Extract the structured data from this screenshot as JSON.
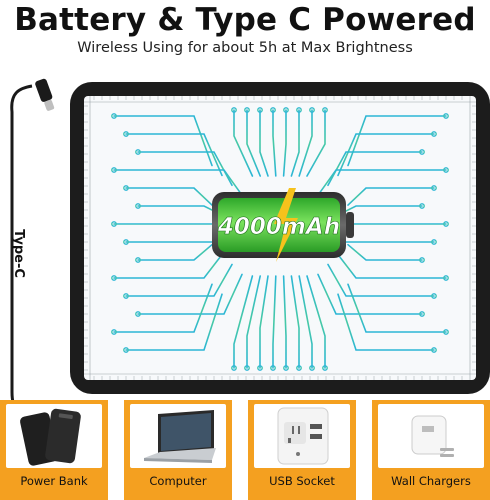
{
  "header": {
    "title": "Battery & Type C Powered",
    "subtitle": "Wireless Using for about 5h at Max Brightness"
  },
  "cable": {
    "label": "Type-C"
  },
  "battery": {
    "capacity": "4000mAh",
    "level_fraction": 1.0,
    "color": "#3ec43a"
  },
  "accent_color": "#f4a020",
  "circuit_colors": [
    "#2bb6d6",
    "#47c9a6",
    "#5fd07a"
  ],
  "sources": [
    {
      "label": "Power Bank",
      "icon": "power-bank-icon"
    },
    {
      "label": "Computer",
      "icon": "laptop-icon"
    },
    {
      "label": "USB Socket",
      "icon": "usb-socket-icon"
    },
    {
      "label": "Wall Chargers",
      "icon": "wall-charger-icon"
    }
  ]
}
